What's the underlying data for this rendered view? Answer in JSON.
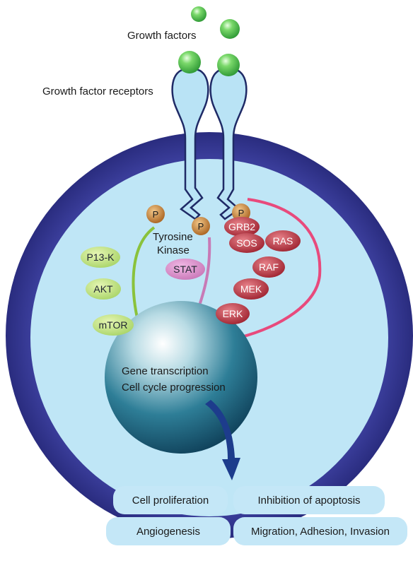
{
  "labels": {
    "growth_factors": "Growth factors",
    "growth_factor_receptors": "Growth factor receptors",
    "tyrosine": "Tyrosine",
    "kinase": "Kinase",
    "nucleus_line1": "Gene transcription",
    "nucleus_line2": "Cell cycle progression",
    "phospho": "P"
  },
  "pathway_pi3k": [
    "P13-K",
    "AKT",
    "mTOR"
  ],
  "pathway_stat": [
    "STAT"
  ],
  "pathway_ras": [
    "GRB2",
    "SOS",
    "RAS",
    "RAF",
    "MEK",
    "ERK"
  ],
  "outcomes": [
    "Cell proliferation",
    "Inhibition of apoptosis",
    "Angiogenesis",
    "Migration, Adhesion, Invasion"
  ],
  "colors": {
    "cell_outer": "#26287a",
    "cytoplasm": "#bfe6f6",
    "receptor": "#b9e3f5",
    "growth_factor": "#4cc04a",
    "phosphate": "#c07d2e",
    "pi3k_pill": "#bfe28a",
    "stat_pill": "#d88cc8",
    "ras_pill": "#b8303a",
    "nucleus": "#1f6d86",
    "arrow_green": "#8ac23c",
    "arrow_purple": "#c87ab6",
    "arrow_pink": "#e84a7c",
    "arrow_blue": "#1d3c8c",
    "outcome_box": "#c4e7f7"
  }
}
